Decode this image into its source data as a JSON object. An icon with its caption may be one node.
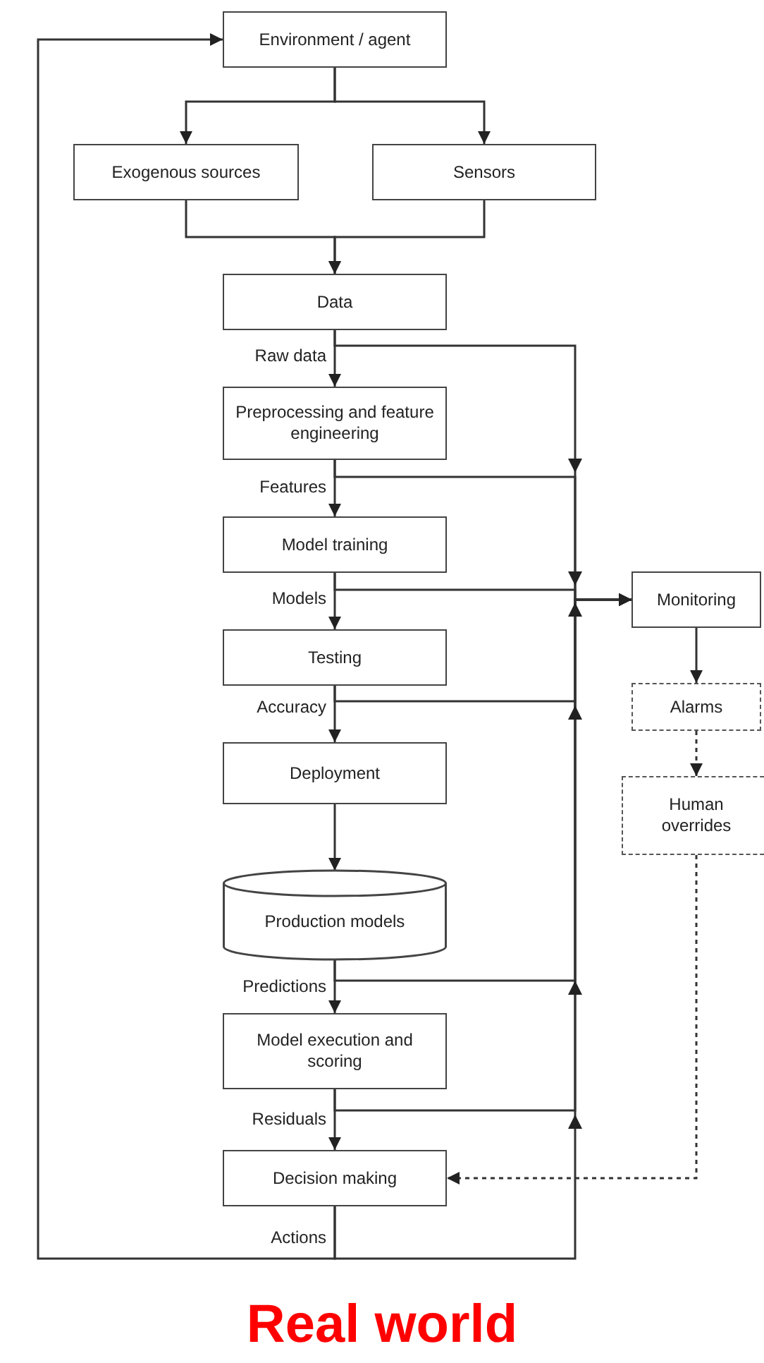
{
  "diagram": {
    "caption": "Real world",
    "nodes": [
      {
        "text": [
          "Environment / agent"
        ]
      },
      {
        "text": [
          "Exogenous sources"
        ]
      },
      {
        "text": [
          "Sensors"
        ]
      },
      {
        "text": [
          "Data"
        ]
      },
      {
        "text": [
          "Preprocessing and feature engineering"
        ]
      },
      {
        "text": [
          "Model training"
        ]
      },
      {
        "text": [
          "Testing"
        ]
      },
      {
        "text": [
          "Deployment"
        ]
      },
      {
        "text": [
          "Production models"
        ]
      },
      {
        "text": [
          "Model execution and scoring"
        ]
      },
      {
        "text": [
          "Decision making"
        ]
      },
      {
        "text": [
          "Monitoring"
        ]
      },
      {
        "text": [
          "Alarms"
        ]
      },
      {
        "text": [
          "Human overrides"
        ]
      }
    ],
    "edges": [
      {
        "from": 0,
        "to": 1,
        "arrow": "to"
      },
      {
        "from": 0,
        "to": 2,
        "arrow": "to"
      },
      {
        "from": 1,
        "to": 3,
        "arrow": "to"
      },
      {
        "from": 2,
        "to": 3,
        "arrow": "to"
      },
      {
        "from": 3,
        "to": 4,
        "arrow": "to",
        "label": "Raw data"
      },
      {
        "from": 4,
        "to": 5,
        "arrow": "to",
        "label": "Features"
      },
      {
        "from": 5,
        "to": 6,
        "arrow": "to",
        "label": "Models"
      },
      {
        "from": 6,
        "to": 7,
        "arrow": "to",
        "label": "Accuracy"
      },
      {
        "from": 7,
        "to": 8,
        "arrow": "to"
      },
      {
        "from": 8,
        "to": 9,
        "arrow": "to",
        "label": "Predictions"
      },
      {
        "from": 9,
        "to": 10,
        "arrow": "to",
        "label": "Residuals"
      },
      {
        "from": 10,
        "to": 0,
        "arrow": "to",
        "label": "Actions"
      },
      {
        "from": 3,
        "to": 11,
        "arrow": "to"
      },
      {
        "from": 4,
        "to": 11,
        "arrow": "to"
      },
      {
        "from": 5,
        "to": 11,
        "arrow": "to"
      },
      {
        "from": 6,
        "to": 11,
        "arrow": "to"
      },
      {
        "from": 8,
        "to": 11,
        "arrow": "to"
      },
      {
        "from": 9,
        "to": 11,
        "arrow": "to"
      },
      {
        "from": 10,
        "to": 11,
        "arrow": "to"
      },
      {
        "from": 11,
        "to": 12,
        "arrow": "to"
      },
      {
        "from": 12,
        "to": 13,
        "arrow": "to",
        "style": "dashed"
      },
      {
        "from": 13,
        "to": 10,
        "arrow": "to",
        "style": "dashed"
      }
    ]
  }
}
